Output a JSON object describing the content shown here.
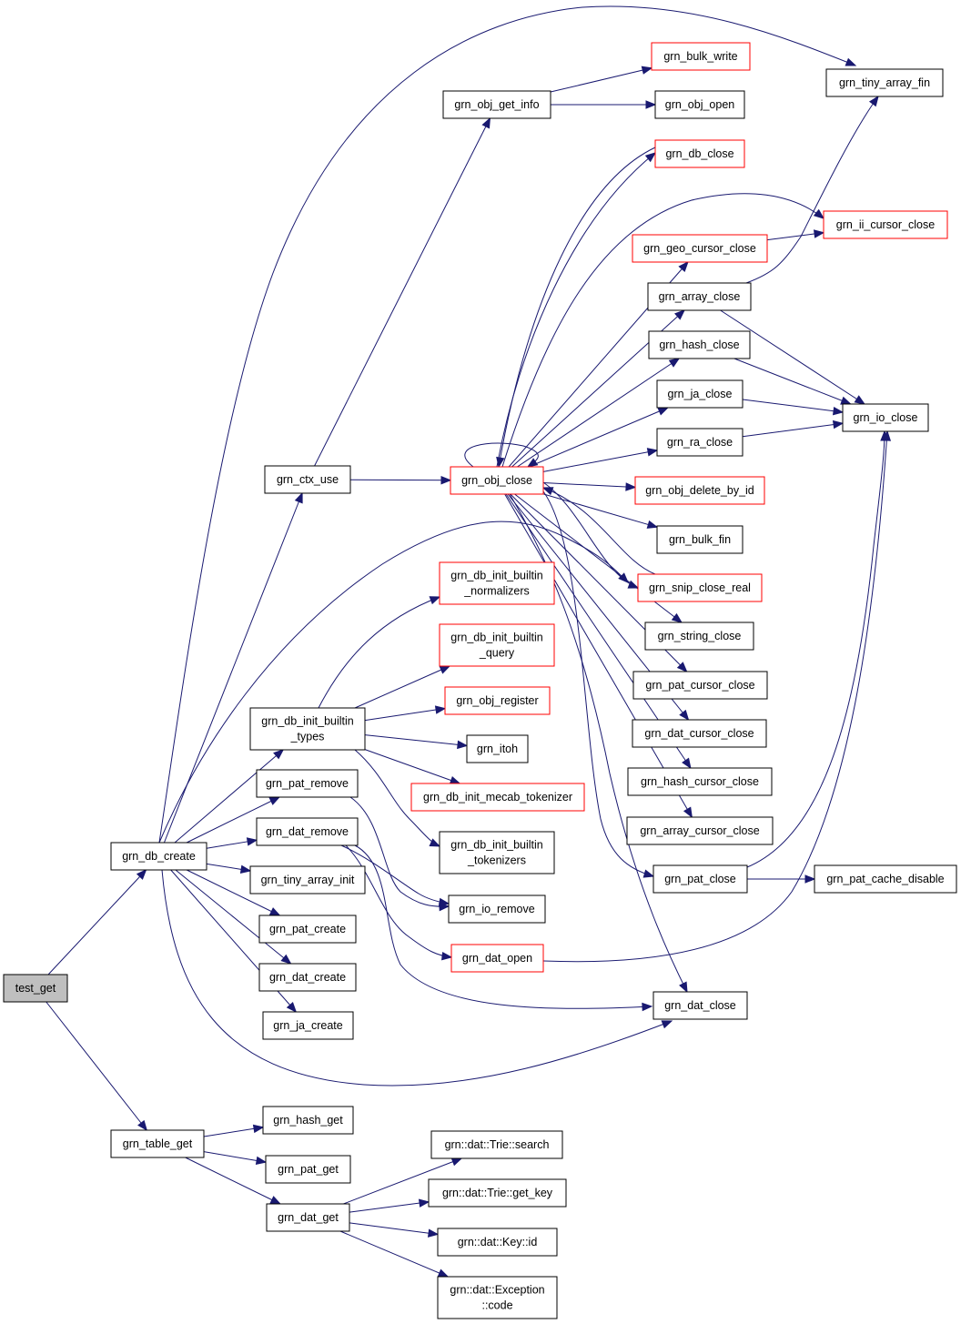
{
  "nodes": [
    {
      "id": "test_get",
      "lines": [
        "test_get"
      ],
      "style": "root"
    },
    {
      "id": "grn_db_create",
      "lines": [
        "grn_db_create"
      ],
      "style": "black"
    },
    {
      "id": "grn_table_get",
      "lines": [
        "grn_table_get"
      ],
      "style": "black"
    },
    {
      "id": "grn_ctx_use",
      "lines": [
        "grn_ctx_use"
      ],
      "style": "black"
    },
    {
      "id": "grn_db_init_builtin_types",
      "lines": [
        "grn_db_init_builtin",
        "_types"
      ],
      "style": "black"
    },
    {
      "id": "grn_pat_remove",
      "lines": [
        "grn_pat_remove"
      ],
      "style": "black"
    },
    {
      "id": "grn_dat_remove",
      "lines": [
        "grn_dat_remove"
      ],
      "style": "black"
    },
    {
      "id": "grn_tiny_array_init",
      "lines": [
        "grn_tiny_array_init"
      ],
      "style": "black"
    },
    {
      "id": "grn_pat_create",
      "lines": [
        "grn_pat_create"
      ],
      "style": "black"
    },
    {
      "id": "grn_dat_create",
      "lines": [
        "grn_dat_create"
      ],
      "style": "black"
    },
    {
      "id": "grn_ja_create",
      "lines": [
        "grn_ja_create"
      ],
      "style": "black"
    },
    {
      "id": "grn_hash_get",
      "lines": [
        "grn_hash_get"
      ],
      "style": "black"
    },
    {
      "id": "grn_pat_get",
      "lines": [
        "grn_pat_get"
      ],
      "style": "black"
    },
    {
      "id": "grn_dat_get",
      "lines": [
        "grn_dat_get"
      ],
      "style": "black"
    },
    {
      "id": "grn_obj_get_info",
      "lines": [
        "grn_obj_get_info"
      ],
      "style": "black"
    },
    {
      "id": "grn_obj_close",
      "lines": [
        "grn_obj_close"
      ],
      "style": "red"
    },
    {
      "id": "grn_db_init_builtin_normalizers",
      "lines": [
        "grn_db_init_builtin",
        "_normalizers"
      ],
      "style": "red"
    },
    {
      "id": "grn_db_init_builtin_query",
      "lines": [
        "grn_db_init_builtin",
        "_query"
      ],
      "style": "red"
    },
    {
      "id": "grn_obj_register",
      "lines": [
        "grn_obj_register"
      ],
      "style": "red"
    },
    {
      "id": "grn_itoh",
      "lines": [
        "grn_itoh"
      ],
      "style": "black"
    },
    {
      "id": "grn_db_init_mecab_tokenizer",
      "lines": [
        "grn_db_init_mecab_tokenizer"
      ],
      "style": "red"
    },
    {
      "id": "grn_db_init_builtin_tokenizers",
      "lines": [
        "grn_db_init_builtin",
        "_tokenizers"
      ],
      "style": "black"
    },
    {
      "id": "grn_io_remove",
      "lines": [
        "grn_io_remove"
      ],
      "style": "black"
    },
    {
      "id": "grn_dat_open",
      "lines": [
        "grn_dat_open"
      ],
      "style": "red"
    },
    {
      "id": "grn_dat_trie_search",
      "lines": [
        "grn::dat::Trie::search"
      ],
      "style": "black"
    },
    {
      "id": "grn_dat_trie_get_key",
      "lines": [
        "grn::dat::Trie::get_key"
      ],
      "style": "black"
    },
    {
      "id": "grn_dat_key_id",
      "lines": [
        "grn::dat::Key::id"
      ],
      "style": "black"
    },
    {
      "id": "grn_dat_exception_code",
      "lines": [
        "grn::dat::Exception",
        "::code"
      ],
      "style": "black"
    },
    {
      "id": "grn_bulk_write",
      "lines": [
        "grn_bulk_write"
      ],
      "style": "red"
    },
    {
      "id": "grn_obj_open",
      "lines": [
        "grn_obj_open"
      ],
      "style": "black"
    },
    {
      "id": "grn_db_close",
      "lines": [
        "grn_db_close"
      ],
      "style": "red"
    },
    {
      "id": "grn_geo_cursor_close",
      "lines": [
        "grn_geo_cursor_close"
      ],
      "style": "red"
    },
    {
      "id": "grn_array_close",
      "lines": [
        "grn_array_close"
      ],
      "style": "black"
    },
    {
      "id": "grn_hash_close",
      "lines": [
        "grn_hash_close"
      ],
      "style": "black"
    },
    {
      "id": "grn_ja_close",
      "lines": [
        "grn_ja_close"
      ],
      "style": "black"
    },
    {
      "id": "grn_ra_close",
      "lines": [
        "grn_ra_close"
      ],
      "style": "black"
    },
    {
      "id": "grn_obj_delete_by_id",
      "lines": [
        "grn_obj_delete_by_id"
      ],
      "style": "red"
    },
    {
      "id": "grn_bulk_fin",
      "lines": [
        "grn_bulk_fin"
      ],
      "style": "black"
    },
    {
      "id": "grn_snip_close_real",
      "lines": [
        "grn_snip_close_real"
      ],
      "style": "red"
    },
    {
      "id": "grn_string_close",
      "lines": [
        "grn_string_close"
      ],
      "style": "black"
    },
    {
      "id": "grn_pat_cursor_close",
      "lines": [
        "grn_pat_cursor_close"
      ],
      "style": "black"
    },
    {
      "id": "grn_dat_cursor_close",
      "lines": [
        "grn_dat_cursor_close"
      ],
      "style": "black"
    },
    {
      "id": "grn_hash_cursor_close",
      "lines": [
        "grn_hash_cursor_close"
      ],
      "style": "black"
    },
    {
      "id": "grn_array_cursor_close",
      "lines": [
        "grn_array_cursor_close"
      ],
      "style": "black"
    },
    {
      "id": "grn_pat_close",
      "lines": [
        "grn_pat_close"
      ],
      "style": "black"
    },
    {
      "id": "grn_dat_close",
      "lines": [
        "grn_dat_close"
      ],
      "style": "black"
    },
    {
      "id": "grn_tiny_array_fin",
      "lines": [
        "grn_tiny_array_fin"
      ],
      "style": "black"
    },
    {
      "id": "grn_ii_cursor_close",
      "lines": [
        "grn_ii_cursor_close"
      ],
      "style": "red"
    },
    {
      "id": "grn_io_close",
      "lines": [
        "grn_io_close"
      ],
      "style": "black"
    },
    {
      "id": "grn_pat_cache_disable",
      "lines": [
        "grn_pat_cache_disable"
      ],
      "style": "black"
    }
  ],
  "edges": [
    [
      "test_get",
      "grn_db_create"
    ],
    [
      "test_get",
      "grn_table_get"
    ],
    [
      "grn_db_create",
      "grn_ctx_use"
    ],
    [
      "grn_db_create",
      "grn_tiny_array_fin"
    ],
    [
      "grn_db_create",
      "grn_obj_close"
    ],
    [
      "grn_db_create",
      "grn_db_init_builtin_types"
    ],
    [
      "grn_db_create",
      "grn_pat_remove"
    ],
    [
      "grn_db_create",
      "grn_dat_remove"
    ],
    [
      "grn_db_create",
      "grn_tiny_array_init"
    ],
    [
      "grn_db_create",
      "grn_pat_create"
    ],
    [
      "grn_db_create",
      "grn_dat_create"
    ],
    [
      "grn_db_create",
      "grn_ja_create"
    ],
    [
      "grn_db_create",
      "grn_dat_close"
    ],
    [
      "grn_table_get",
      "grn_hash_get"
    ],
    [
      "grn_table_get",
      "grn_pat_get"
    ],
    [
      "grn_table_get",
      "grn_dat_get"
    ],
    [
      "grn_dat_get",
      "grn_dat_trie_search"
    ],
    [
      "grn_dat_get",
      "grn_dat_trie_get_key"
    ],
    [
      "grn_dat_get",
      "grn_dat_key_id"
    ],
    [
      "grn_dat_get",
      "grn_dat_exception_code"
    ],
    [
      "grn_ctx_use",
      "grn_obj_get_info"
    ],
    [
      "grn_ctx_use",
      "grn_obj_close"
    ],
    [
      "grn_obj_get_info",
      "grn_bulk_write"
    ],
    [
      "grn_obj_get_info",
      "grn_obj_open"
    ],
    [
      "grn_db_init_builtin_types",
      "grn_db_init_builtin_normalizers"
    ],
    [
      "grn_db_init_builtin_types",
      "grn_db_init_builtin_query"
    ],
    [
      "grn_db_init_builtin_types",
      "grn_obj_register"
    ],
    [
      "grn_db_init_builtin_types",
      "grn_itoh"
    ],
    [
      "grn_db_init_builtin_types",
      "grn_db_init_mecab_tokenizer"
    ],
    [
      "grn_db_init_builtin_types",
      "grn_db_init_builtin_tokenizers"
    ],
    [
      "grn_pat_remove",
      "grn_io_remove"
    ],
    [
      "grn_dat_remove",
      "grn_io_remove"
    ],
    [
      "grn_dat_remove",
      "grn_dat_open"
    ],
    [
      "grn_dat_remove",
      "grn_dat_close"
    ],
    [
      "grn_obj_close",
      "grn_obj_close"
    ],
    [
      "grn_obj_close",
      "grn_db_close"
    ],
    [
      "grn_obj_close",
      "grn_ii_cursor_close"
    ],
    [
      "grn_obj_close",
      "grn_geo_cursor_close"
    ],
    [
      "grn_obj_close",
      "grn_array_close"
    ],
    [
      "grn_obj_close",
      "grn_hash_close"
    ],
    [
      "grn_obj_close",
      "grn_ja_close"
    ],
    [
      "grn_obj_close",
      "grn_ra_close"
    ],
    [
      "grn_obj_close",
      "grn_obj_delete_by_id"
    ],
    [
      "grn_obj_close",
      "grn_bulk_fin"
    ],
    [
      "grn_obj_close",
      "grn_snip_close_real"
    ],
    [
      "grn_obj_close",
      "grn_string_close"
    ],
    [
      "grn_obj_close",
      "grn_pat_cursor_close"
    ],
    [
      "grn_obj_close",
      "grn_dat_cursor_close"
    ],
    [
      "grn_obj_close",
      "grn_hash_cursor_close"
    ],
    [
      "grn_obj_close",
      "grn_array_cursor_close"
    ],
    [
      "grn_obj_close",
      "grn_pat_close"
    ],
    [
      "grn_obj_close",
      "grn_dat_close"
    ],
    [
      "grn_db_close",
      "grn_obj_close"
    ],
    [
      "grn_snip_close_real",
      "grn_obj_close"
    ],
    [
      "grn_geo_cursor_close",
      "grn_ii_cursor_close"
    ],
    [
      "grn_array_close",
      "grn_tiny_array_fin"
    ],
    [
      "grn_array_close",
      "grn_io_close"
    ],
    [
      "grn_hash_close",
      "grn_io_close"
    ],
    [
      "grn_ja_close",
      "grn_io_close"
    ],
    [
      "grn_ra_close",
      "grn_io_close"
    ],
    [
      "grn_pat_close",
      "grn_io_close"
    ],
    [
      "grn_pat_close",
      "grn_pat_cache_disable"
    ],
    [
      "grn_dat_open",
      "grn_io_close"
    ]
  ]
}
